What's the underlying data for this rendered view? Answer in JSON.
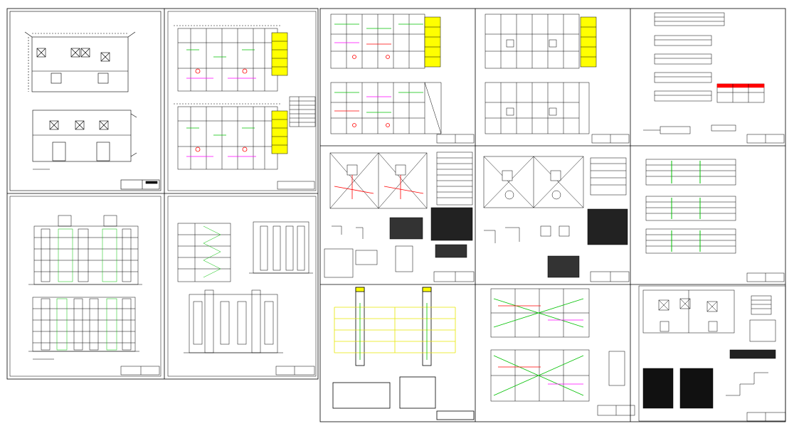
{
  "document": {
    "type": "architectural-cad-drawing-set",
    "sheet_count": 12,
    "colors": {
      "line": "#000000",
      "highlight_yellow": "#ffff00",
      "green": "#00c000",
      "red": "#ff0000",
      "magenta": "#ff00ff",
      "cyan": "#00c0ff",
      "background": "#ffffff"
    },
    "sheets": [
      {
        "id": "ground-and-roof-plan",
        "group": "left",
        "content": "plan"
      },
      {
        "id": "floor-plans",
        "group": "left",
        "content": "plan-dual"
      },
      {
        "id": "front-and-rear-elevation",
        "group": "left",
        "content": "elevation"
      },
      {
        "id": "side-elevations-and-section",
        "group": "left",
        "content": "elevation-side"
      },
      {
        "id": "electrical-floor-plans",
        "group": "right",
        "content": "plan-electrical"
      },
      {
        "id": "plumbing-floor-plans",
        "group": "right",
        "content": "plan-plumbing"
      },
      {
        "id": "schedules-sheet",
        "group": "right",
        "content": "tables"
      },
      {
        "id": "roof-electrical-details",
        "group": "right",
        "content": "roof-detail"
      },
      {
        "id": "roof-plumbing-details",
        "group": "right",
        "content": "roof-detail-2"
      },
      {
        "id": "riser-diagrams",
        "group": "right",
        "content": "riser"
      },
      {
        "id": "vertical-riser-yellow",
        "group": "right",
        "content": "yellow-riser"
      },
      {
        "id": "structural-plans",
        "group": "right",
        "content": "structural"
      },
      {
        "id": "foundation-details",
        "group": "right",
        "content": "foundation"
      }
    ]
  }
}
